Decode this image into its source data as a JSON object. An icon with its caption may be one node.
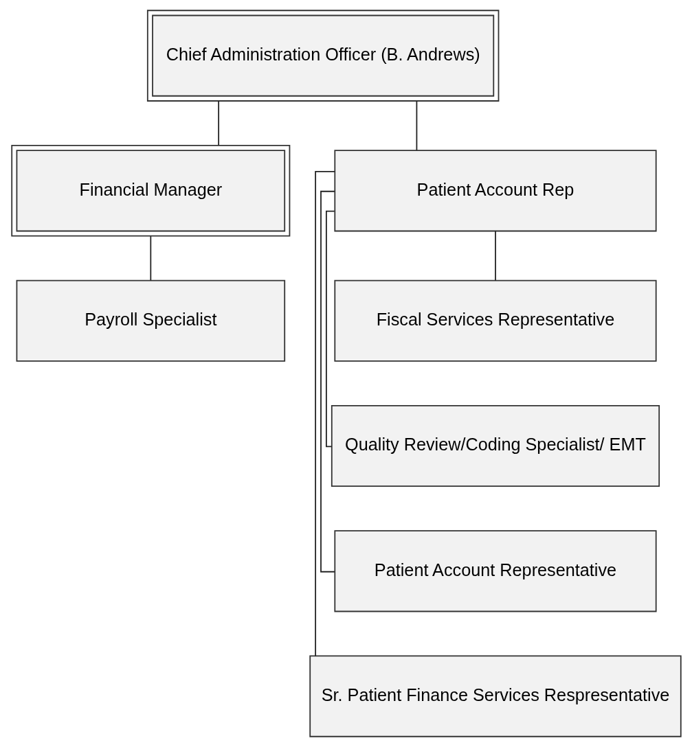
{
  "diagram": {
    "nodes": [
      {
        "text": [
          "Chief Administration Officer (B. Andrews)"
        ]
      },
      {
        "text": [
          "Financial Manager"
        ]
      },
      {
        "text": [
          "Patient Account Rep"
        ]
      },
      {
        "text": [
          "Payroll Specialist"
        ]
      },
      {
        "text": [
          "Fiscal Services Representative"
        ]
      },
      {
        "text": [
          "Quality Review/Coding Specialist/ EMT"
        ]
      },
      {
        "text": [
          "Patient Account Representative"
        ]
      },
      {
        "text": [
          "Sr. Patient Finance Services Respresentative"
        ]
      }
    ],
    "edges": [
      {
        "from": 0,
        "to": 2,
        "arrow": "none"
      },
      {
        "from": 0,
        "to": 1,
        "arrow": "none"
      },
      {
        "from": 1,
        "to": 3,
        "arrow": "none"
      },
      {
        "from": 2,
        "to": 4,
        "arrow": "none"
      },
      {
        "from": 2,
        "to": 5,
        "arrow": "none"
      },
      {
        "from": 2,
        "to": 6,
        "arrow": "none"
      },
      {
        "from": 2,
        "to": 7,
        "arrow": "none"
      }
    ]
  }
}
